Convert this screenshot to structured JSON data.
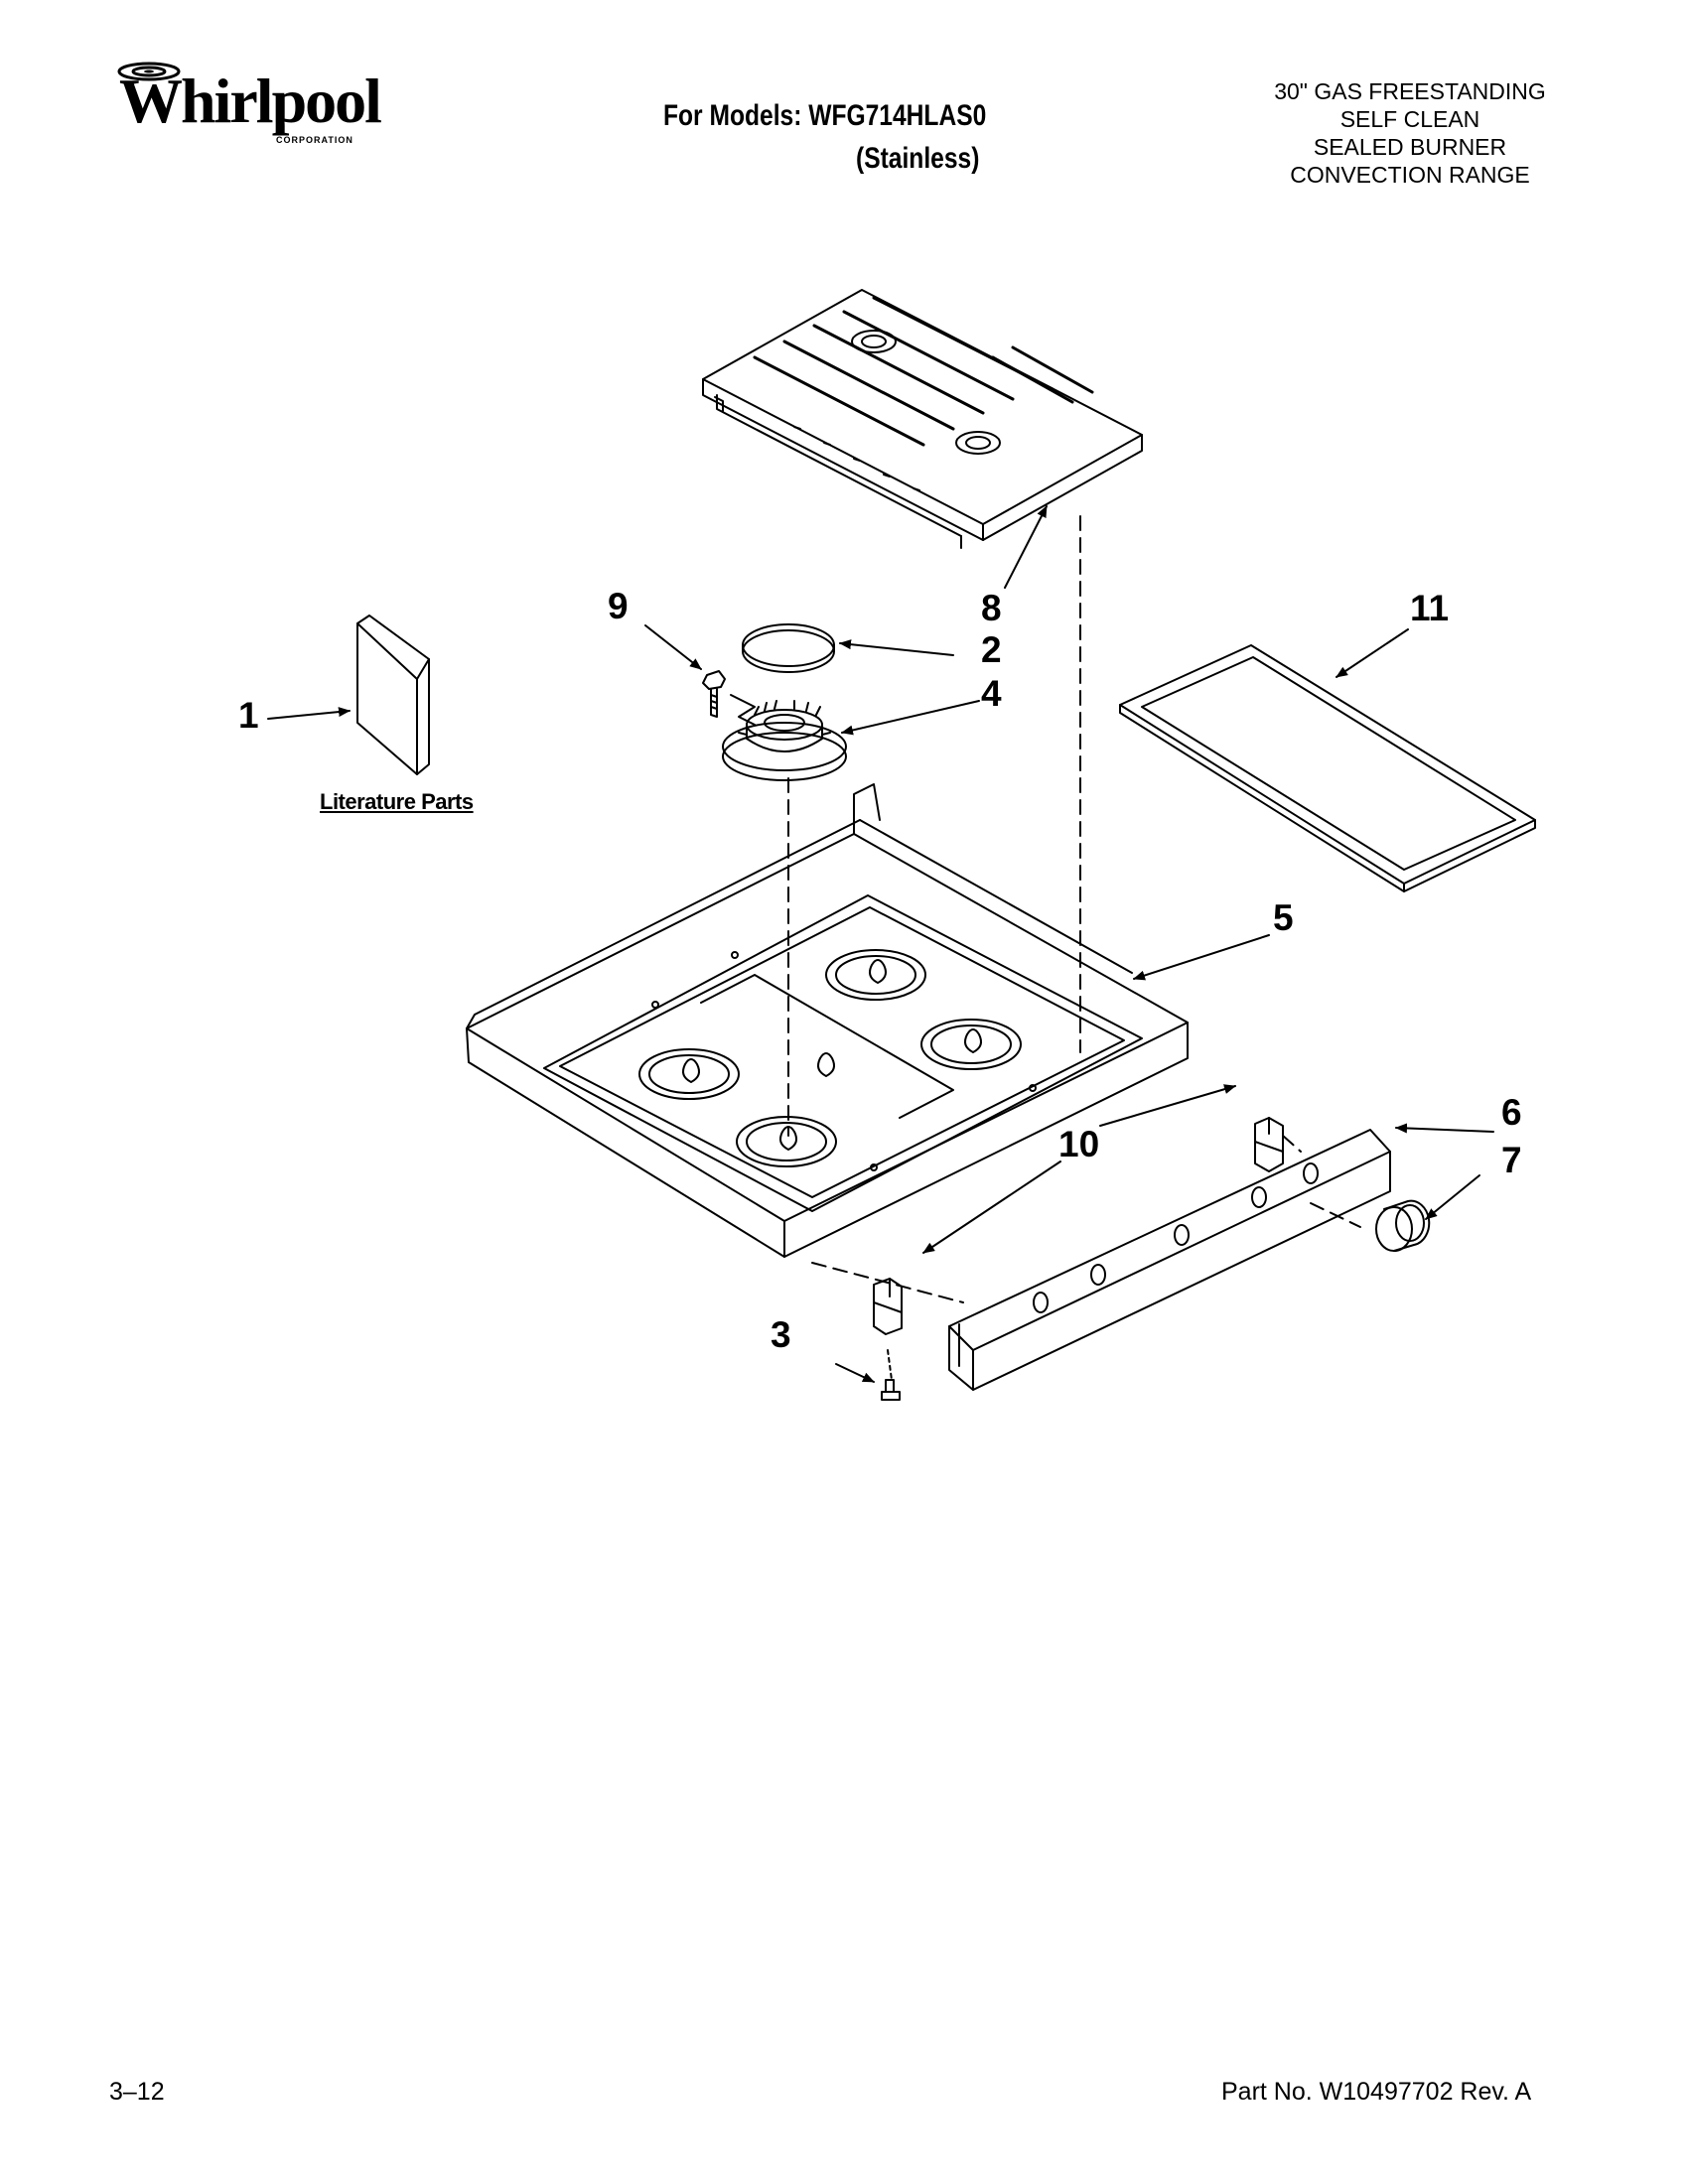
{
  "header": {
    "brand_logo": "Whirlpool",
    "brand_subtext": "CORPORATION",
    "models_line": "For Models: WFG714HLAS0",
    "finish_line": "(Stainless)",
    "product_lines": [
      "30\" GAS FREESTANDING",
      "SELF CLEAN",
      "SEALED BURNER",
      "CONVECTION RANGE"
    ]
  },
  "diagram": {
    "callouts": [
      "1",
      "2",
      "3",
      "4",
      "5",
      "6",
      "7",
      "8",
      "9",
      "10",
      "11"
    ],
    "literature_label": "Literature Parts"
  },
  "footer": {
    "page_code": "3–12",
    "part_number": "Part No. W10497702 Rev. A"
  },
  "colors": {
    "ink": "#000000",
    "paper": "#ffffff"
  }
}
